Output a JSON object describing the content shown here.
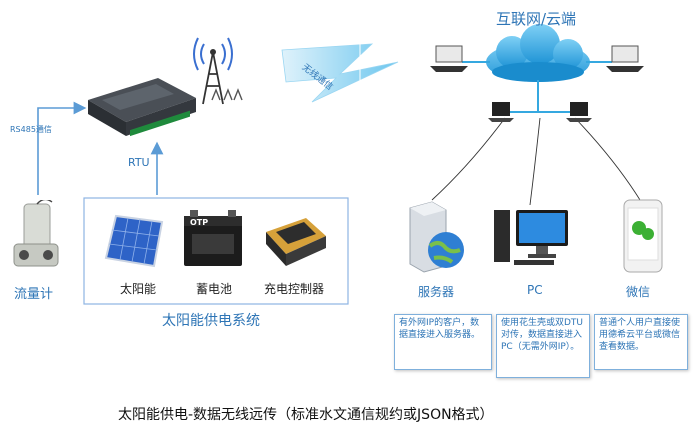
{
  "cloud": {
    "title": "互联网/云端"
  },
  "wireless": {
    "label": "无线通信"
  },
  "left": {
    "rs485_label": "RS485通信",
    "flowmeter_label": "流量计",
    "rtu_label": "RTU"
  },
  "solar_system": {
    "title": "太阳能供电系统",
    "items": [
      {
        "label": "太阳能"
      },
      {
        "label": "蓄电池"
      },
      {
        "label": "充电控制器"
      }
    ],
    "battery_brand": "OTP"
  },
  "endpoints": [
    {
      "label": "服务器",
      "note": "有外网IP的客户，数据直接进入服务器。"
    },
    {
      "label": "PC",
      "note": "使用花生壳或双DTU对传，数据直接进入PC（无需外网IP）。"
    },
    {
      "label": "微信",
      "note": "普通个人用户直接使用德希云平台或微信查看数据。"
    }
  ],
  "caption": "太阳能供电-数据无线远传（标准水文通信规约或JSON格式）",
  "colors": {
    "accent": "#2e75b6",
    "cloud": "#35a8e0",
    "frame": "#8eb4e3"
  }
}
